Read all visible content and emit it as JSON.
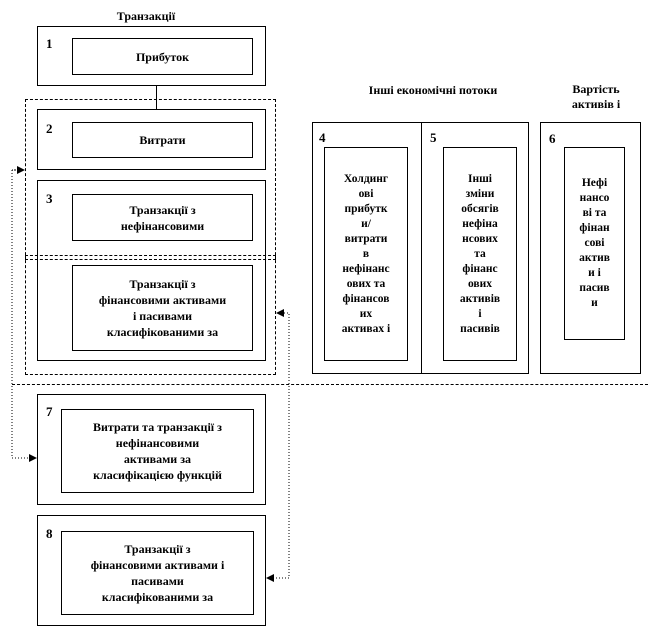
{
  "headers": {
    "transactions": "Транзакції",
    "other_flows": "Інші економічні потоки",
    "asset_value": "Вартість\nактивів і"
  },
  "boxes": [
    {
      "num": "1",
      "text": "Прибуток"
    },
    {
      "num": "2",
      "text": "Витрати"
    },
    {
      "num": "3",
      "text": "Транзакції з\nнефінансовими"
    },
    {
      "num": "",
      "text": "Транзакції з\nфінансовими активами\nі пасивами\nкласифікованими за"
    },
    {
      "num": "4",
      "text": "Холдинг\nові\nприбутк\nи/\nвитрати\nв\nнефінанс\nових та\nфінансов\nих\nактивах і"
    },
    {
      "num": "5",
      "text": "Інші\nзміни\nобсягів\nнефіна\nнсових\nта\nфінанс\nових\nактивів\nі\nпасивів"
    },
    {
      "num": "6",
      "text": "Нефі\nнансо\nві та\nфінан\nсові\nактив\nи і\nпасив\nи"
    },
    {
      "num": "7",
      "text": "Витрати та транзакції з\nнефінансовими\nактивами за\nкласифікацією  функцій"
    },
    {
      "num": "8",
      "text": "Транзакції з\nфінансовими активами і\nпасивами\nкласифікованими  за"
    }
  ]
}
